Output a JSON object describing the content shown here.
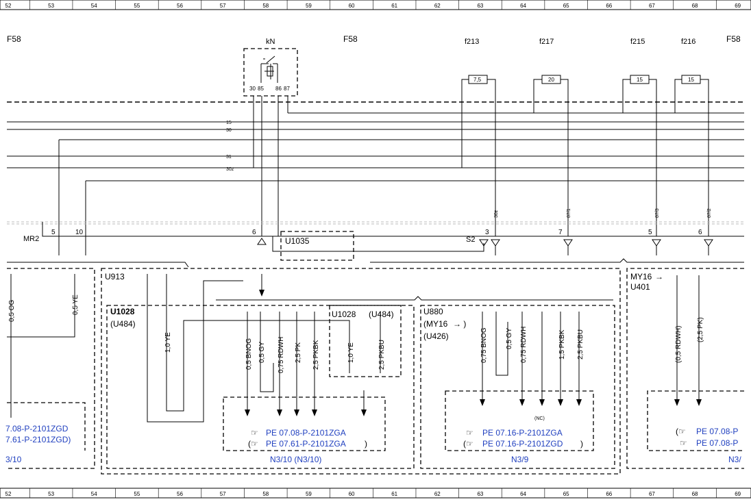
{
  "grid": [
    "52",
    "53",
    "54",
    "55",
    "56",
    "57",
    "58",
    "59",
    "60",
    "61",
    "62",
    "63",
    "64",
    "65",
    "66",
    "67",
    "68",
    "69"
  ],
  "top": {
    "f58_left": "F58",
    "kn": "kN",
    "f58_mid": "F58",
    "f213": "f213",
    "f217": "f217",
    "f215": "f215",
    "f216": "f216",
    "f58_right": "F58",
    "relay_pins": [
      "30",
      "85",
      "86",
      "87"
    ],
    "fuses": [
      "7,5",
      "20",
      "15",
      "15"
    ]
  },
  "buses": [
    "15",
    "30",
    "31",
    "30z"
  ],
  "connector": {
    "mr2": "MR2",
    "pins": [
      "5",
      "10",
      "6",
      "3",
      "7",
      "5",
      "6"
    ],
    "s2": "S2",
    "u1035": "U1035",
    "fuse_terms": [
      "30z",
      "87/1",
      "87/3",
      "87/2"
    ]
  },
  "regions": {
    "u913": "U913",
    "u1028": "U1028",
    "u484": "(U484)",
    "u1028b": "U1028",
    "u484b": "(U484)",
    "u880": "U880",
    "my16a": "(MY16",
    "u426": "(U426)",
    "my16b": "MY16",
    "u401": "U401"
  },
  "wires": {
    "left": [
      "0,5 OG",
      "0,5 YE"
    ],
    "u1028": [
      "1,0 YE",
      "0,5 BNOG",
      "0,5 GY",
      "0,75 RDWH",
      "2,5 PK",
      "2,5 PKBK",
      "1,0 YE",
      "2,5 PKBU"
    ],
    "u880": [
      "0,75 BNOG",
      "0,5 GY",
      "0,75 RDWH",
      "1,5 PKBK",
      "2,5 PKBU"
    ],
    "u401": [
      "(0,5 RDWH)",
      "(2,5 PK)"
    ]
  },
  "refs": {
    "left1": "7.08-P-2101ZGD",
    "left2": "7.61-P-2101ZGD)",
    "left_n": "3/10",
    "mid1": "PE 07.08-P-2101ZGA",
    "mid2": "PE 07.61-P-2101ZGA",
    "mid_n": "N3/10  (N3/10)",
    "r1": "PE 07.16-P-2101ZGA",
    "r2": "PE 07.16-P-2101ZGD",
    "nc": "(NC)",
    "r_n": "N3/9",
    "far1": "PE 07.08-P",
    "far2": "PE 07.08-P",
    "far_n": "N3/"
  },
  "colors": {
    "link": "#1f3fbf"
  }
}
